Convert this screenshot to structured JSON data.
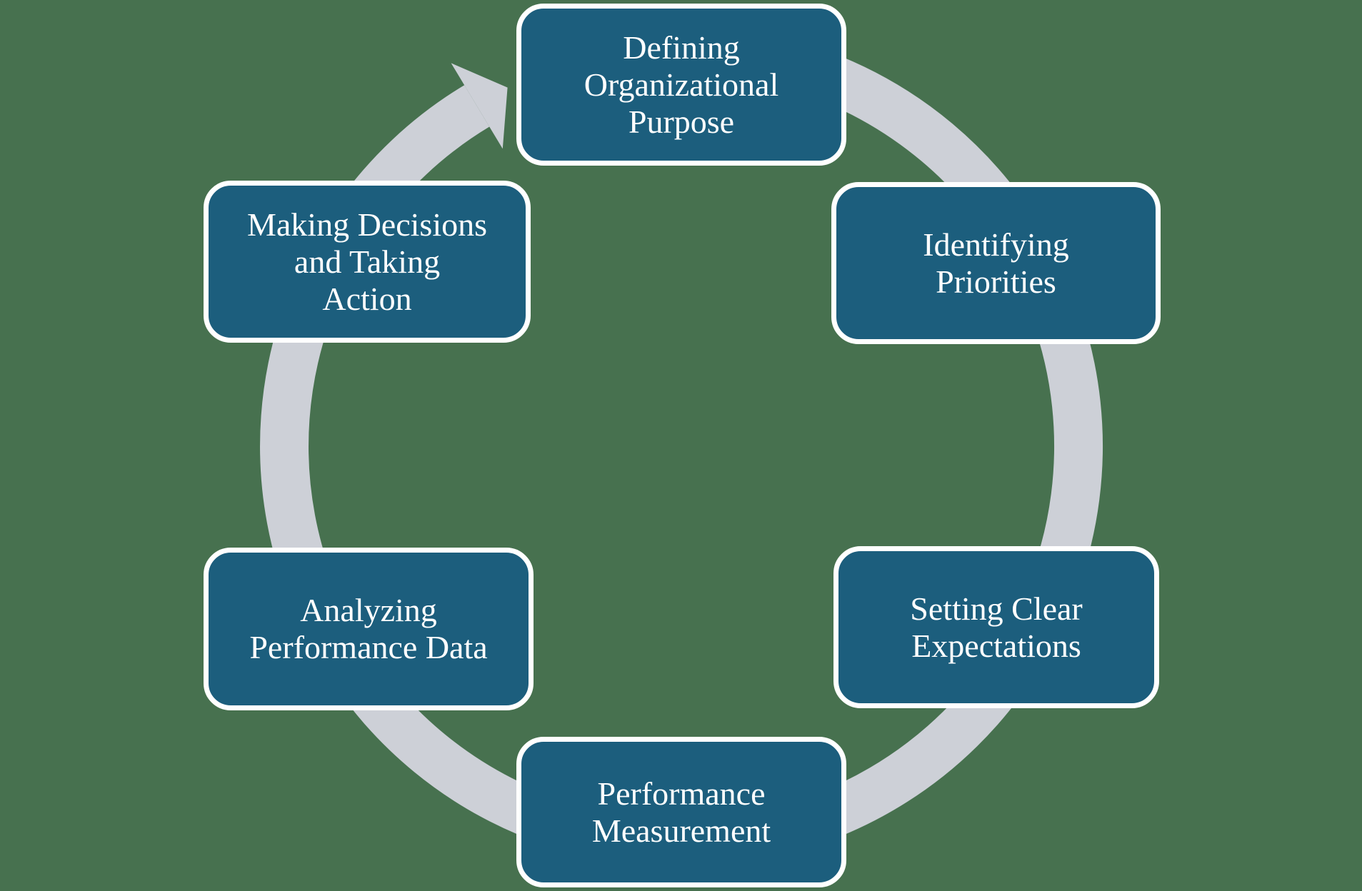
{
  "colors": {
    "background": "#47714F",
    "box_fill": "#1C5E7D",
    "box_border": "#FFFFFF",
    "text": "#FFFFFF",
    "arrow": "#CDD0D7"
  },
  "cycle": {
    "direction": "clockwise",
    "steps": [
      {
        "label": "Defining\nOrganizational\nPurpose"
      },
      {
        "label": "Identifying\nPriorities"
      },
      {
        "label": "Setting Clear\nExpectations"
      },
      {
        "label": "Performance\nMeasurement"
      },
      {
        "label": "Analyzing\nPerformance Data"
      },
      {
        "label": "Making Decisions\nand Taking\nAction"
      }
    ]
  }
}
